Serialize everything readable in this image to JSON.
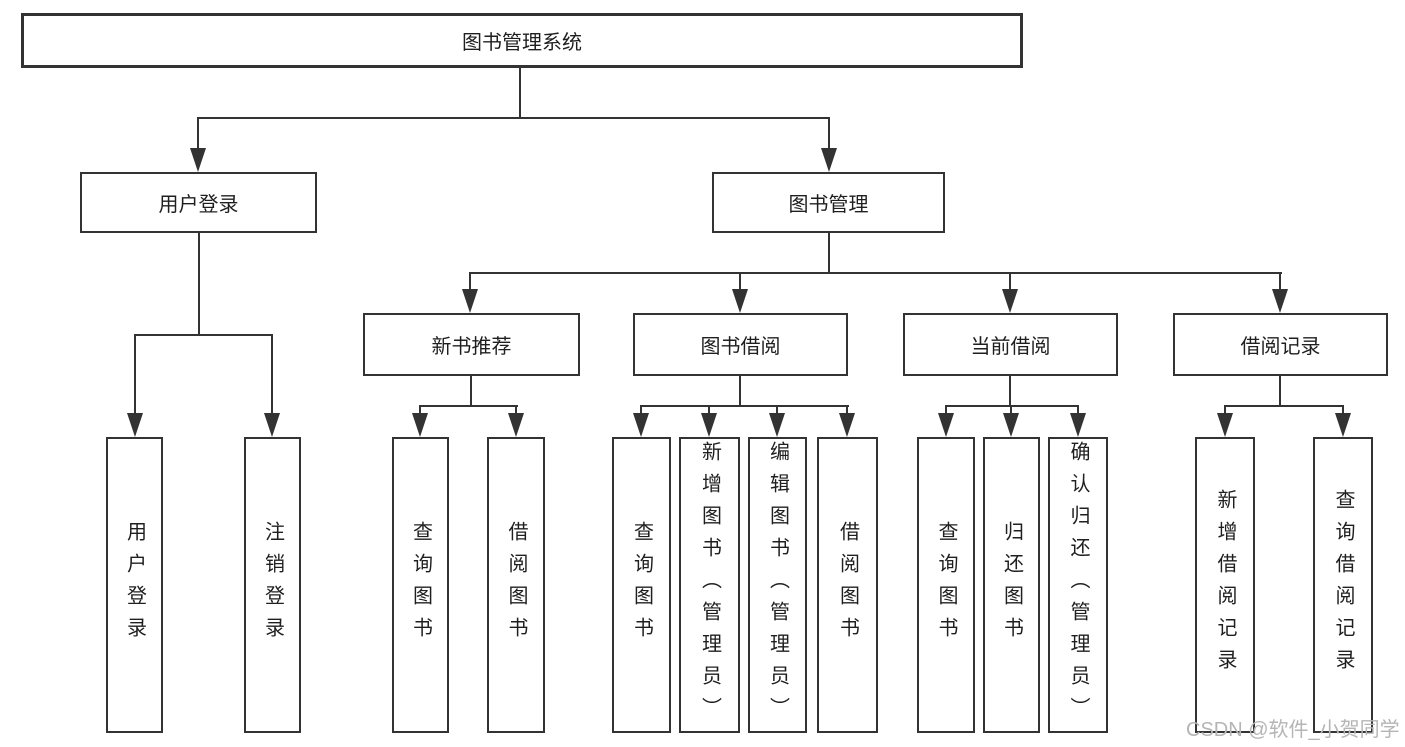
{
  "tree": {
    "root": {
      "label": "图书管理系统"
    },
    "login": {
      "label": "用户登录",
      "children": [
        "用户登录",
        "注销登录"
      ]
    },
    "mgmt": {
      "label": "图书管理",
      "sections": [
        {
          "label": "新书推荐",
          "children": [
            "查询图书",
            "借阅图书"
          ]
        },
        {
          "label": "图书借阅",
          "children": [
            "查询图书",
            "新增图书（管理员）",
            "编辑图书（管理员）",
            "借阅图书"
          ]
        },
        {
          "label": "当前借阅",
          "children": [
            "查询图书",
            "归还图书",
            "确认归还（管理员）"
          ]
        },
        {
          "label": "借阅记录",
          "children": [
            "新增借阅记录",
            "查询借阅记录"
          ]
        }
      ]
    }
  },
  "watermark": {
    "text": "CSDN @软件_小贺同学"
  },
  "colors": {
    "line": "#333333",
    "text": "#1f1f1f",
    "watermark": "#b5b5b5",
    "background": "#ffffff"
  }
}
